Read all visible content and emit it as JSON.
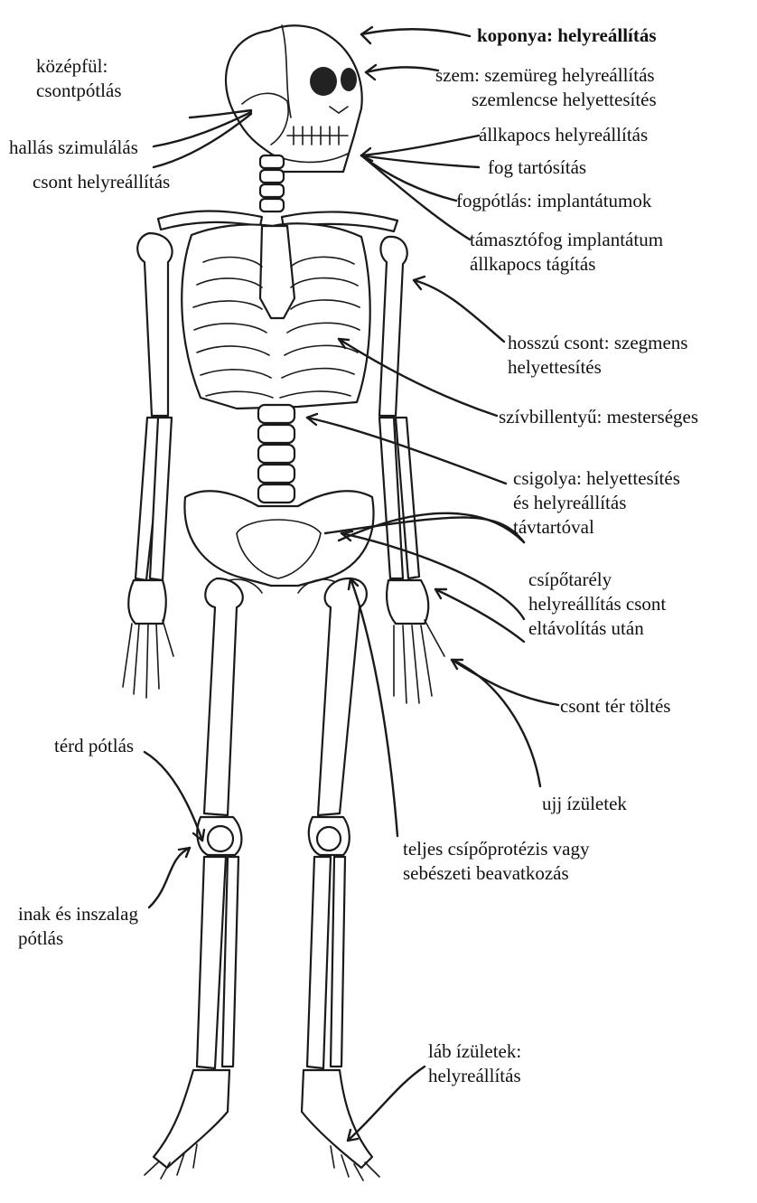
{
  "colors": {
    "ink": "#1a1a1a",
    "background": "#ffffff"
  },
  "labels": {
    "koponya": "koponya: helyreállítás",
    "kozepful_1": "középfül:",
    "kozepful_2": "csontpótlás",
    "szem_1": "szem: szemüreg helyreállítás",
    "szem_2": "szemlencse helyettesítés",
    "allkapocs": "állkapocs helyreállítás",
    "hallas": "hallás szimulálás",
    "fog": "fog tartósítás",
    "csont_helyre": "csont helyreállítás",
    "fogpotlas": "fogpótlás: implantátumok",
    "tamaszto_1": "támasztófog implantátum",
    "tamaszto_2": "állkapocs tágítás",
    "hosszu_1": "hosszú csont: szegmens",
    "hosszu_2": "helyettesítés",
    "sziv": "szívbillentyű: mesterséges",
    "csigolya_1": "csigolya: helyettesítés",
    "csigolya_2": "és helyreállítás",
    "csigolya_3": "távtartóval",
    "csipo_1": "csípőtarély",
    "csipo_2": "helyreállítás csont",
    "csipo_3": "eltávolítás után",
    "csont_ter": "csont tér töltés",
    "terd": "térd pótlás",
    "ujj": "ujj ízületek",
    "teljes_1": "teljes csípőprotézis  vagy",
    "teljes_2": "sebészeti beavatkozás",
    "inak_1": "inak és inszalag",
    "inak_2": "pótlás",
    "lab_1": "láb ízületek:",
    "lab_2": "helyreállítás"
  },
  "icons": [
    "skeleton-illustration",
    "arrow-pointers"
  ]
}
